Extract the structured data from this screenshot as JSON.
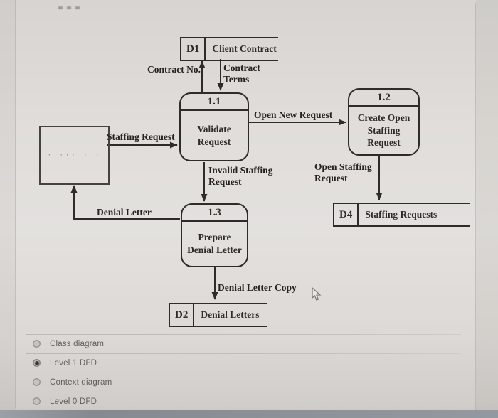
{
  "diagram": {
    "external_entity": {
      "label": "· ··· · ·"
    },
    "processes": [
      {
        "number": "1.1",
        "name": "Validate\nRequest"
      },
      {
        "number": "1.2",
        "name": "Create Open\nStaffing\nRequest"
      },
      {
        "number": "1.3",
        "name": "Prepare\nDenial Letter"
      }
    ],
    "data_stores": [
      {
        "id": "D1",
        "name": "Client Contract"
      },
      {
        "id": "D4",
        "name": "Staffing Requests"
      },
      {
        "id": "D2",
        "name": "Denial Letters"
      }
    ],
    "flow_labels": {
      "contract_no": "Contract No.",
      "contract_terms": "Contract\nTerms",
      "staffing_request": "Staffing Request",
      "open_new_request": "Open New Request",
      "invalid_staffing_request": "Invalid Staffing\nRequest",
      "open_staffing_request": "Open Staffing\nRequest",
      "denial_letter": "Denial Letter",
      "denial_letter_copy": "Denial Letter Copy"
    }
  },
  "options": {
    "items": [
      {
        "label": "Class diagram",
        "selected": false
      },
      {
        "label": "Level 1 DFD",
        "selected": true
      },
      {
        "label": "Context diagram",
        "selected": false
      },
      {
        "label": "Level 0 DFD",
        "selected": false
      }
    ]
  },
  "colors": {
    "ink": "#2e2b28",
    "paper": "#e0ddda",
    "radio_selected_dot": "#3c3a38",
    "option_text": "#615f5c"
  }
}
